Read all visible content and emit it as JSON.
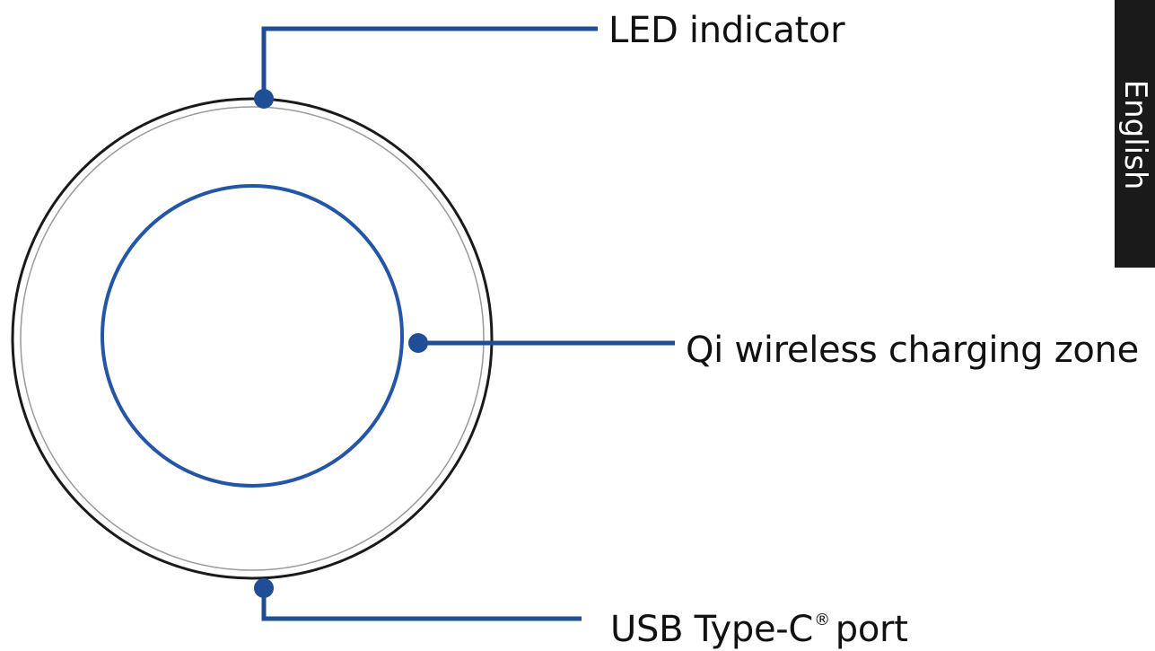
{
  "labels": {
    "led": "LED indicator",
    "qi": "Qi wireless charging zone",
    "usb": "USB Type-C",
    "usb_mark": "®",
    "usb_suffix": "port"
  },
  "side_tab": {
    "text": "English"
  },
  "colors": {
    "callout_line": "#1f4e96",
    "charging_zone": "#2356a6",
    "body_outline": "#1a1a1a",
    "body_inner_outline": "#9a9a9a",
    "tab_background": "#1a1a1a"
  }
}
